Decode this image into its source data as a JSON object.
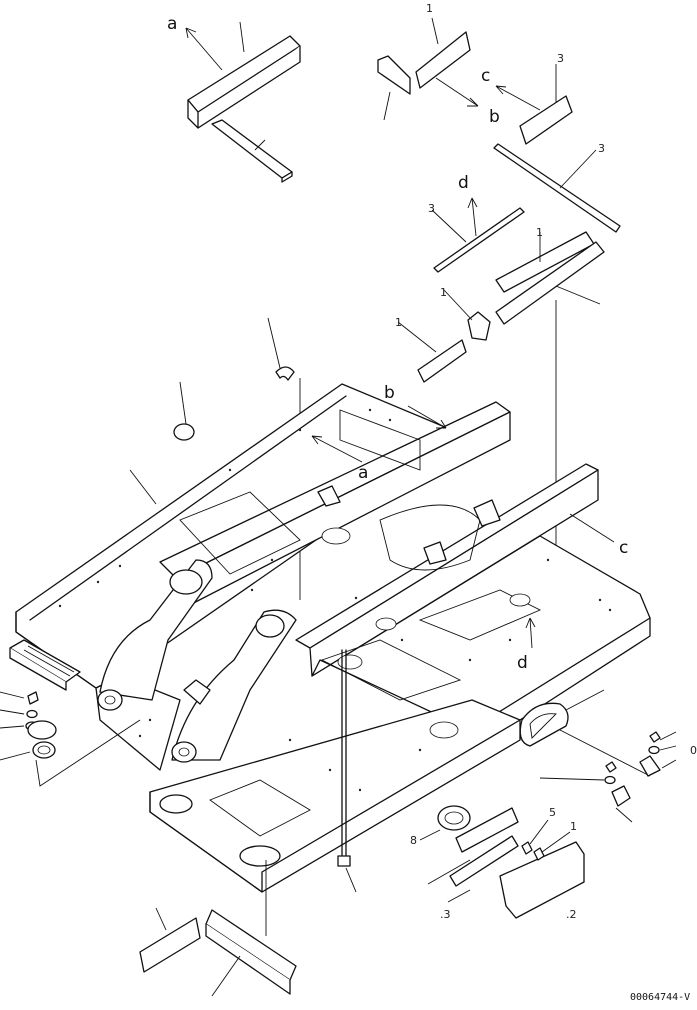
{
  "diagram": {
    "reference_letters": {
      "a": "a",
      "b": "b",
      "c": "c",
      "d": "d"
    },
    "drawing_code": "00064744-V"
  }
}
